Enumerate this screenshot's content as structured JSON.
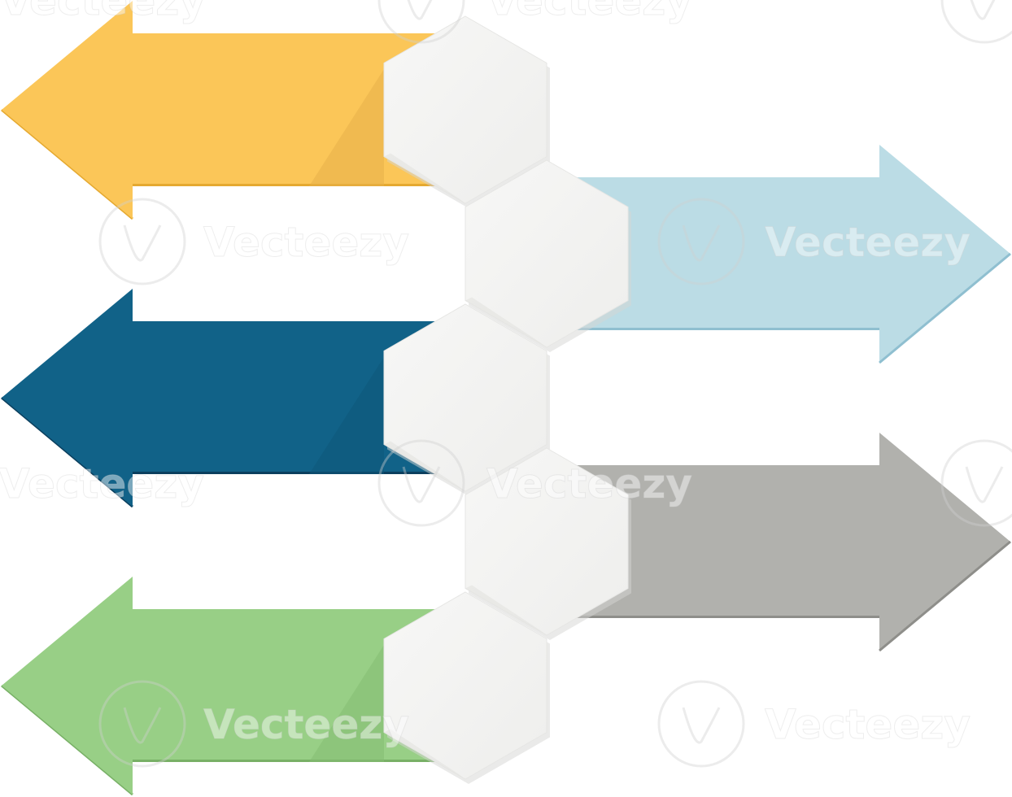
{
  "diagram": {
    "arrows": [
      {
        "id": "arrow-1",
        "direction": "left",
        "color": "#FBC658",
        "edge_color": "#E5A930",
        "shade_color": "#E7B04A"
      },
      {
        "id": "arrow-2",
        "direction": "right",
        "color": "#BBDCE5",
        "edge_color": "#8FBFD0",
        "shade_color": "#A9CEDB"
      },
      {
        "id": "arrow-3",
        "direction": "left",
        "color": "#116288",
        "edge_color": "#0B3F5E",
        "shade_color": "#0E577A"
      },
      {
        "id": "arrow-4",
        "direction": "right",
        "color": "#B1B1AD",
        "edge_color": "#8E8E8A",
        "shade_color": "#A0A09C"
      },
      {
        "id": "arrow-5",
        "direction": "left",
        "color": "#98CF86",
        "edge_color": "#78B066",
        "shade_color": "#85BE73"
      }
    ],
    "hexagon_color": "#F4F4F3",
    "hexagon_shadow_color": "#D6D6D4"
  },
  "watermark": {
    "text": "Vecteezy",
    "logo_icon": "vecteezy-v-logo-icon"
  }
}
